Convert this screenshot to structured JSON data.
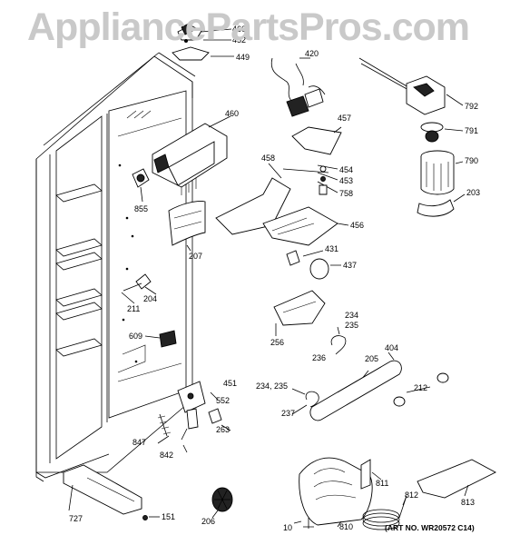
{
  "watermark": "AppliancePartsPros.com",
  "art_number": "(ART NO. WR20572 C14)",
  "parts": [
    {
      "id": "p460a",
      "number": "460"
    },
    {
      "id": "p452",
      "number": "452"
    },
    {
      "id": "p449",
      "number": "449"
    },
    {
      "id": "p420",
      "number": "420"
    },
    {
      "id": "p792",
      "number": "792"
    },
    {
      "id": "p791",
      "number": "791"
    },
    {
      "id": "p790",
      "number": "790"
    },
    {
      "id": "p203",
      "number": "203"
    },
    {
      "id": "p460b",
      "number": "460"
    },
    {
      "id": "p457",
      "number": "457"
    },
    {
      "id": "p458",
      "number": "458"
    },
    {
      "id": "p454",
      "number": "454"
    },
    {
      "id": "p453",
      "number": "453"
    },
    {
      "id": "p758",
      "number": "758"
    },
    {
      "id": "p456",
      "number": "456"
    },
    {
      "id": "p431",
      "number": "431"
    },
    {
      "id": "p437",
      "number": "437"
    },
    {
      "id": "p855",
      "number": "855"
    },
    {
      "id": "p207",
      "number": "207"
    },
    {
      "id": "p204",
      "number": "204"
    },
    {
      "id": "p211",
      "number": "211"
    },
    {
      "id": "p609",
      "number": "609"
    },
    {
      "id": "p256",
      "number": "256"
    },
    {
      "id": "p234a",
      "number": "234"
    },
    {
      "id": "p235a",
      "number": "235"
    },
    {
      "id": "p236",
      "number": "236"
    },
    {
      "id": "p205",
      "number": "205"
    },
    {
      "id": "p404",
      "number": "404"
    },
    {
      "id": "p212",
      "number": "212"
    },
    {
      "id": "p234b",
      "number": "234, 235"
    },
    {
      "id": "p237",
      "number": "237"
    },
    {
      "id": "p451",
      "number": "451"
    },
    {
      "id": "p552",
      "number": "552"
    },
    {
      "id": "p263",
      "number": "263"
    },
    {
      "id": "p847",
      "number": "847"
    },
    {
      "id": "p842",
      "number": "842"
    },
    {
      "id": "p727",
      "number": "727"
    },
    {
      "id": "p151",
      "number": "151"
    },
    {
      "id": "p206",
      "number": "206"
    },
    {
      "id": "p811",
      "number": "811"
    },
    {
      "id": "p812",
      "number": "812"
    },
    {
      "id": "p813",
      "number": "813"
    },
    {
      "id": "p810",
      "number": "810"
    },
    {
      "id": "p10",
      "number": "10"
    }
  ]
}
